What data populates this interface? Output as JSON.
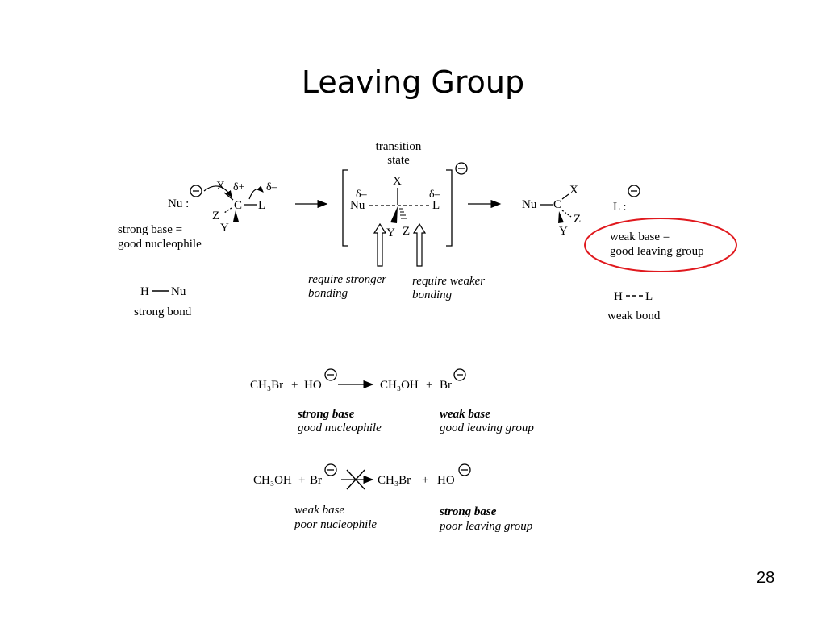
{
  "slide": {
    "title": "Leaving Group",
    "page_number": "28"
  },
  "mechanism": {
    "reactant": {
      "nu_label": "Nu :",
      "substituents": [
        "X",
        "Z",
        "Y"
      ],
      "carbon": "C",
      "leaving": "L",
      "delta_plus": "δ+",
      "delta_minus": "δ–",
      "note_line1": "strong base =",
      "note_line2": "good nucleophile"
    },
    "transition_state": {
      "heading_line1": "transition",
      "heading_line2": "state",
      "top": "X",
      "nu": "Nu",
      "leaving": "L",
      "delta_left": "δ–",
      "delta_right": "δ–",
      "bottom_left": "Y",
      "bottom_right": "Z",
      "arrow_left_line1": "require stronger",
      "arrow_left_line2": "bonding",
      "arrow_right_line1": "require weaker",
      "arrow_right_line2": "bonding"
    },
    "product": {
      "nu": "Nu",
      "carbon": "C",
      "substituents": [
        "X",
        "Z",
        "Y"
      ],
      "leaving_ion": "L :",
      "note_line1": "weak base =",
      "note_line2": "good leaving group"
    },
    "bonds": {
      "left_h": "H",
      "left_nu": "Nu",
      "left_caption": "strong bond",
      "right_h": "H",
      "right_l": "L",
      "right_caption": "weak bond"
    }
  },
  "reaction1": {
    "reactant_a": "CH₃Br",
    "plus1": "+",
    "reactant_b": "HO",
    "product_a": "CH₃OH",
    "plus2": "+",
    "product_b": "Br",
    "label_left_1": "strong base",
    "label_left_2": "good nucleophile",
    "label_right_1": "weak base",
    "label_right_2": "good leaving group"
  },
  "reaction2": {
    "reactant_a": "CH₃OH",
    "plus1": "+",
    "reactant_b": "Br",
    "product_a": "CH₃Br",
    "plus2": "+",
    "product_b": "HO",
    "label_left_1": "weak base",
    "label_left_2": "poor nucleophile",
    "label_right_1": "strong base",
    "label_right_2": "poor leaving group"
  },
  "colors": {
    "highlight": "#e0191e"
  }
}
